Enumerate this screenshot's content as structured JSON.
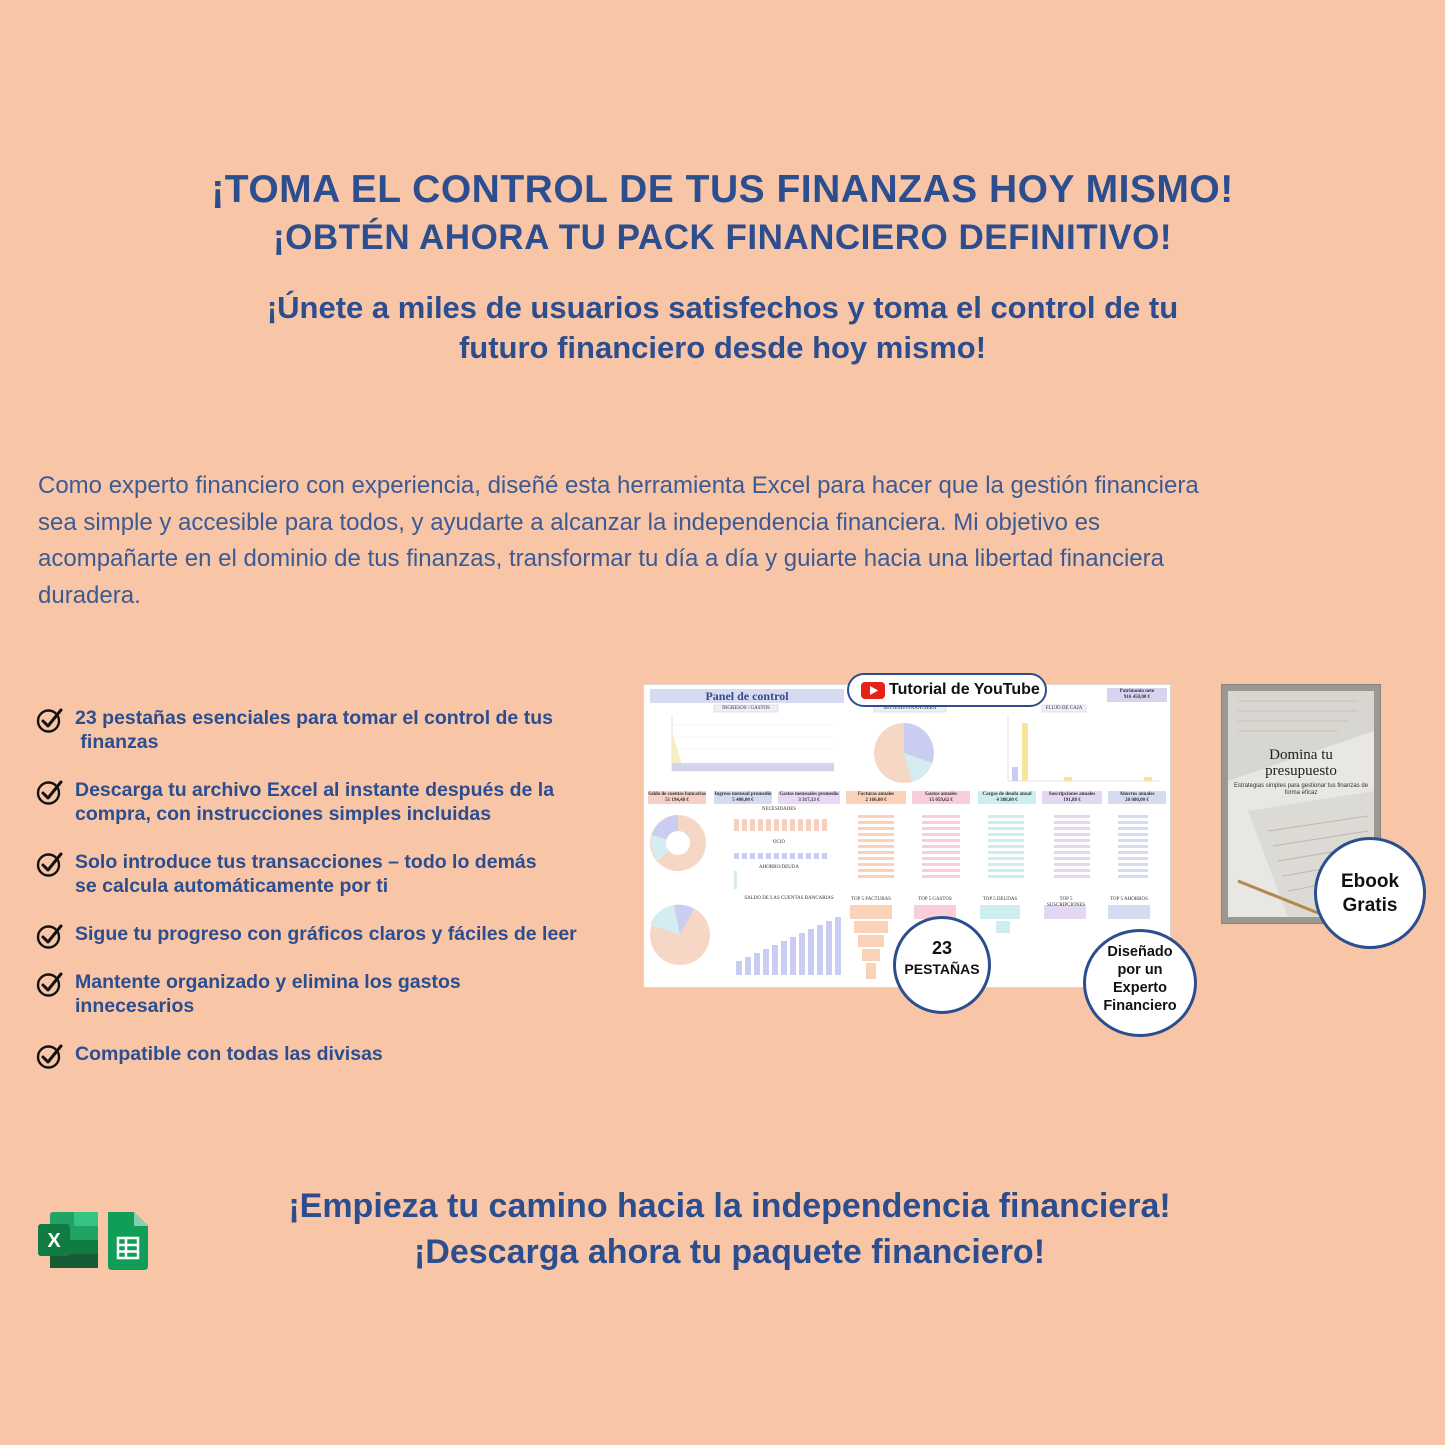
{
  "header": {
    "title_line1": "¡TOMA EL CONTROL DE TUS FINANZAS HOY MISMO!",
    "title_line2": "¡OBTÉN AHORA TU PACK FINANCIERO DEFINITIVO!",
    "subtitle_line1": "¡Únete a miles de usuarios satisfechos y toma el control de tu",
    "subtitle_line2": "futuro financiero desde hoy mismo!"
  },
  "intro": {
    "line1": "Como experto financiero con experiencia, diseñé esta herramienta Excel para hacer que la gestión financiera",
    "line2": "sea simple y accesible para todos, y ayudarte a alcanzar la independencia financiera. Mi objetivo es",
    "line3": "acompañarte en el dominio de tus finanzas, transformar tu día a día y guiarte hacia una libertad financiera",
    "line4": "duradera."
  },
  "features": [
    {
      "line1": "23 pestañas esenciales para tomar el control de tus",
      "line2": " finanzas"
    },
    {
      "line1": "Descarga tu archivo Excel al instante después de la",
      "line2": "compra, con instrucciones simples incluidas"
    },
    {
      "line1": "Solo introduce tus transacciones – todo lo demás",
      "line2": "se calcula automáticamente por ti"
    },
    {
      "line1": "Sigue tu progreso con gráficos claros y fáciles de leer",
      "line2": ""
    },
    {
      "line1": "Mantente organizado y elimina los gastos",
      "line2": "innecesarios"
    },
    {
      "line1": "Compatible con todas las divisas",
      "line2": ""
    }
  ],
  "dashboard": {
    "title": "Panel de control",
    "youtube_label": "Tutorial de YouTube",
    "sections": {
      "ingresos_gastos": "INGRESOS / GASTOS",
      "sintesis": "SÍNTESIS FINANCIERA",
      "flujo": "FLUJO DE CAJA",
      "patrimonio": "Patrimonio neto",
      "patrimonio_val": "916 450,00 €",
      "saldo": "Saldo de cuentas bancarias",
      "saldo_val": "51 194,48 €",
      "ingreso_medio": "Ingreso mensual promedio",
      "ingreso_medio_val": "5 400,00 €",
      "gastos_medio": "Gastos mensuales promedio",
      "gastos_medio_val": "3 317,13 €",
      "facturas": "Facturas anuales",
      "facturas_val": "2 166,00 €",
      "gastos_anuales": "Gastos anuales",
      "gastos_anuales_val": "15 059,62 €",
      "deuda": "Cargas de deuda anual",
      "deuda_val": "4 388,00 €",
      "suscripciones": "Suscripciones anuales",
      "suscripciones_val": "191,88 €",
      "ahorros": "Ahorros anuales",
      "ahorros_val": "20 000,00 €",
      "necesidades": "NECESIDADES",
      "ocio": "OCIO",
      "ahorro_deuda": "AHORRO/DEUDA",
      "saldo_cuentas": "SALDO DE LAS CUENTAS BANCARIAS",
      "top_facturas": "TOP 5 FACTURAS",
      "top_gastos": "TOP 5 GASTOS",
      "top_deudas": "TOP 5 DEUDAS",
      "top_suscripciones": "TOP 5 SUSCRIPCIONES",
      "top_ahorros": "TOP 5 AHORROS"
    }
  },
  "badges": {
    "pestanas_number": "23",
    "pestanas_label": "PESTAÑAS",
    "expert_line1": "Diseñado",
    "expert_line2": "por un",
    "expert_line3": "Experto",
    "expert_line4": "Financiero",
    "ebook_line1": "Ebook",
    "ebook_line2": "Gratis"
  },
  "ebook": {
    "title_line1": "Domina tu",
    "title_line2": "presupuesto",
    "subtitle": "Estrategias simples para gestionar tus finanzas de forma eficaz"
  },
  "cta": {
    "line1": "¡Empieza tu camino hacia la independencia financiera!",
    "line2": "¡Descarga ahora tu paquete financiero!"
  },
  "colors": {
    "background": "#f8c6a7",
    "primary_text": "#2c4d8e",
    "excel_green": "#107c41",
    "sheets_green": "#0f9d58"
  }
}
